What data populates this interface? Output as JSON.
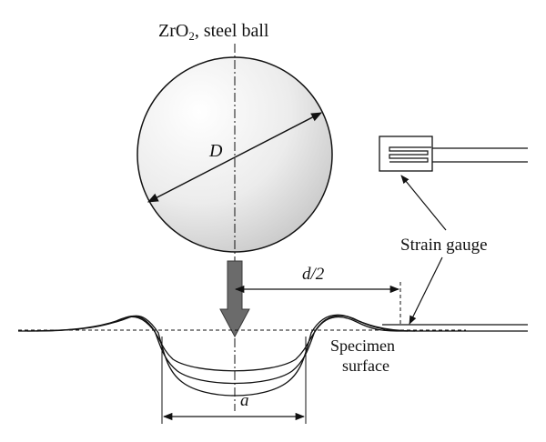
{
  "labels": {
    "ball_title_main": "ZrO",
    "ball_title_sub": "2",
    "ball_title_rest": ", steel ball",
    "diameter": "D",
    "half_distance": "d/2",
    "strain_gauge": "Strain gauge",
    "specimen_line1": "Specimen",
    "specimen_line2": "surface",
    "indent_width": "a"
  },
  "colors": {
    "stroke": "#111111",
    "arrow_fill": "#6b6b6b",
    "arrow_stroke": "#3a3a3a",
    "ball_light": "#ffffff",
    "ball_dark": "#c8c8c8"
  }
}
